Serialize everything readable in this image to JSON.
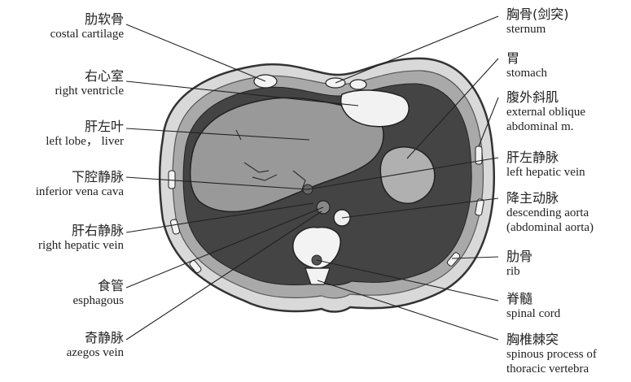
{
  "labels_left": [
    {
      "id": "costal-cartilage",
      "zh": "肋软骨",
      "en": "costal cartilage"
    },
    {
      "id": "right-ventricle",
      "zh": "右心室",
      "en": "right ventricle"
    },
    {
      "id": "left-lobe-liver",
      "zh": "肝左叶",
      "en": "left lobe，  liver"
    },
    {
      "id": "inferior-vena-cava",
      "zh": "下腔静脉",
      "en": "inferior vena cava"
    },
    {
      "id": "right-hepatic-vein",
      "zh": "肝右静脉",
      "en": "right hepatic vein"
    },
    {
      "id": "esophagus",
      "zh": "食管",
      "en": "esphagous"
    },
    {
      "id": "azygos-vein",
      "zh": "奇静脉",
      "en": "azegos vein"
    }
  ],
  "labels_right": [
    {
      "id": "sternum",
      "zh": "胸骨(剑突)",
      "en": "sternum"
    },
    {
      "id": "stomach",
      "zh": "胃",
      "en": "stomach"
    },
    {
      "id": "external-oblique",
      "zh": "腹外斜肌",
      "en": "external oblique",
      "en2": "abdominal m."
    },
    {
      "id": "left-hepatic-vein",
      "zh": "肝左静脉",
      "en": "left hepatic vein"
    },
    {
      "id": "descending-aorta",
      "zh": "降主动脉",
      "en": "descending aorta",
      "en2": "(abdominal aorta)"
    },
    {
      "id": "rib",
      "zh": "肋骨",
      "en": "rib"
    },
    {
      "id": "spinal-cord",
      "zh": "脊髓",
      "en": "spinal cord"
    },
    {
      "id": "spinous-process",
      "zh": "胸椎棘突",
      "en": "spinous process of",
      "en2": "thoracic vertebra"
    }
  ]
}
